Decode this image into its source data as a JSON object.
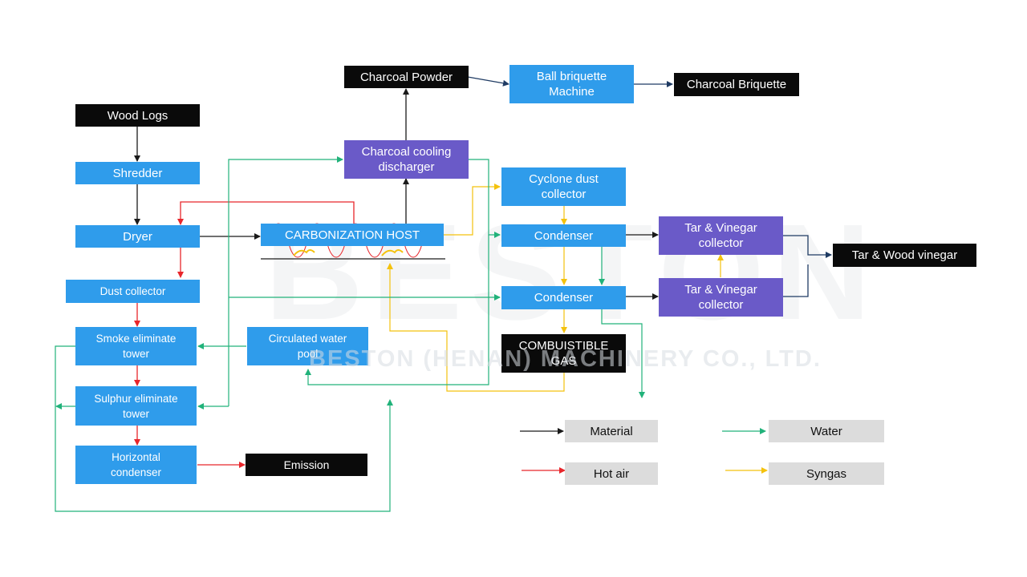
{
  "nodes": {
    "wood_logs": "Wood Logs",
    "shredder": "Shredder",
    "dryer": "Dryer",
    "dust_collector": "Dust collector",
    "smoke_tower": "Smoke eliminate\ntower",
    "sulphur_tower": "Sulphur eliminate\ntower",
    "horizontal_condenser": "Horizontal\ncondenser",
    "emission": "Emission",
    "circulated_water": "Circulated water\npool",
    "carbonization_host": "CARBONIZATION HOST",
    "charcoal_cooling": "Charcoal  cooling\ndischarger",
    "charcoal_powder": "Charcoal Powder",
    "ball_briquette": "Ball briquette\nMachine",
    "charcoal_briquette": "Charcoal Briquette",
    "cyclone": "Cyclone dust\ncollector",
    "condenser_1": "Condenser",
    "condenser_2": "Condenser",
    "combustible_gas": "COMBUISTIBLE\nGAS",
    "tar_vinegar_1": "Tar & Vinegar\ncollector",
    "tar_vinegar_2": "Tar & Vinegar\ncollector",
    "tar_wood_vinegar": "Tar & Wood vinegar"
  },
  "legend": {
    "material": "Material",
    "water": "Water",
    "hot_air": "Hot air",
    "syngas": "Syngas"
  },
  "colors": {
    "material": "#1a1a1a",
    "water": "#21b27a",
    "hot_air": "#e8262b",
    "syngas": "#f4c20d",
    "process_box": "#2f9ceb",
    "collector_box": "#6a5ac8",
    "output_box": "#0a0a0a"
  },
  "watermark": {
    "logo": "BESTON",
    "company": "BESTON (HENAN) MACHINERY CO., LTD."
  }
}
